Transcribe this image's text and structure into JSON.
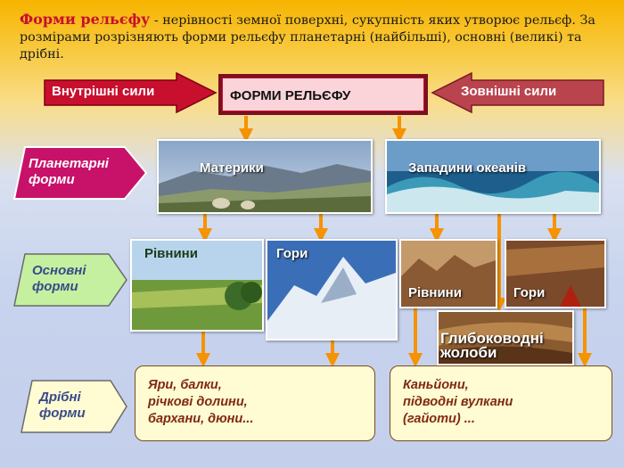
{
  "intro": {
    "term": "Форми рельєфу",
    "text": " - нерівності земної поверхні, сукупність яких утворює рельєф. За розмірами розрізняють форми рельєфу планетарні (найбільші), основні (великі) та дрібні."
  },
  "top": {
    "internal": "Внутрішні сили",
    "center": "ФОРМИ РЕЛЬЄФУ",
    "external": "Зовнішні сили"
  },
  "levels": {
    "planetary": "Планетарні форми",
    "main": "Основні форми",
    "small": "Дрібні форми"
  },
  "photos": {
    "continents": "Материки",
    "ocean_basins": "Западини океанів",
    "plains": "Рівнини",
    "mountains": "Гори",
    "ocean_plains": "Рівнини",
    "ocean_mountains": "Гори",
    "trenches": "Глибоководні жолоби"
  },
  "notes": {
    "land": "Яри, балки,\nрічкові долини,\nбархани, дюни...",
    "ocean": "Каньйони,\nпідводні вулкани\n(гайоти) ..."
  },
  "colors": {
    "arrow_red": "#c8102e",
    "arrow_gray": "#b9444d",
    "connector_orange": "#f59300",
    "planetary_fill": "#c8126a",
    "main_fill": "#c5f0a0",
    "small_fill": "#fffbd2"
  }
}
